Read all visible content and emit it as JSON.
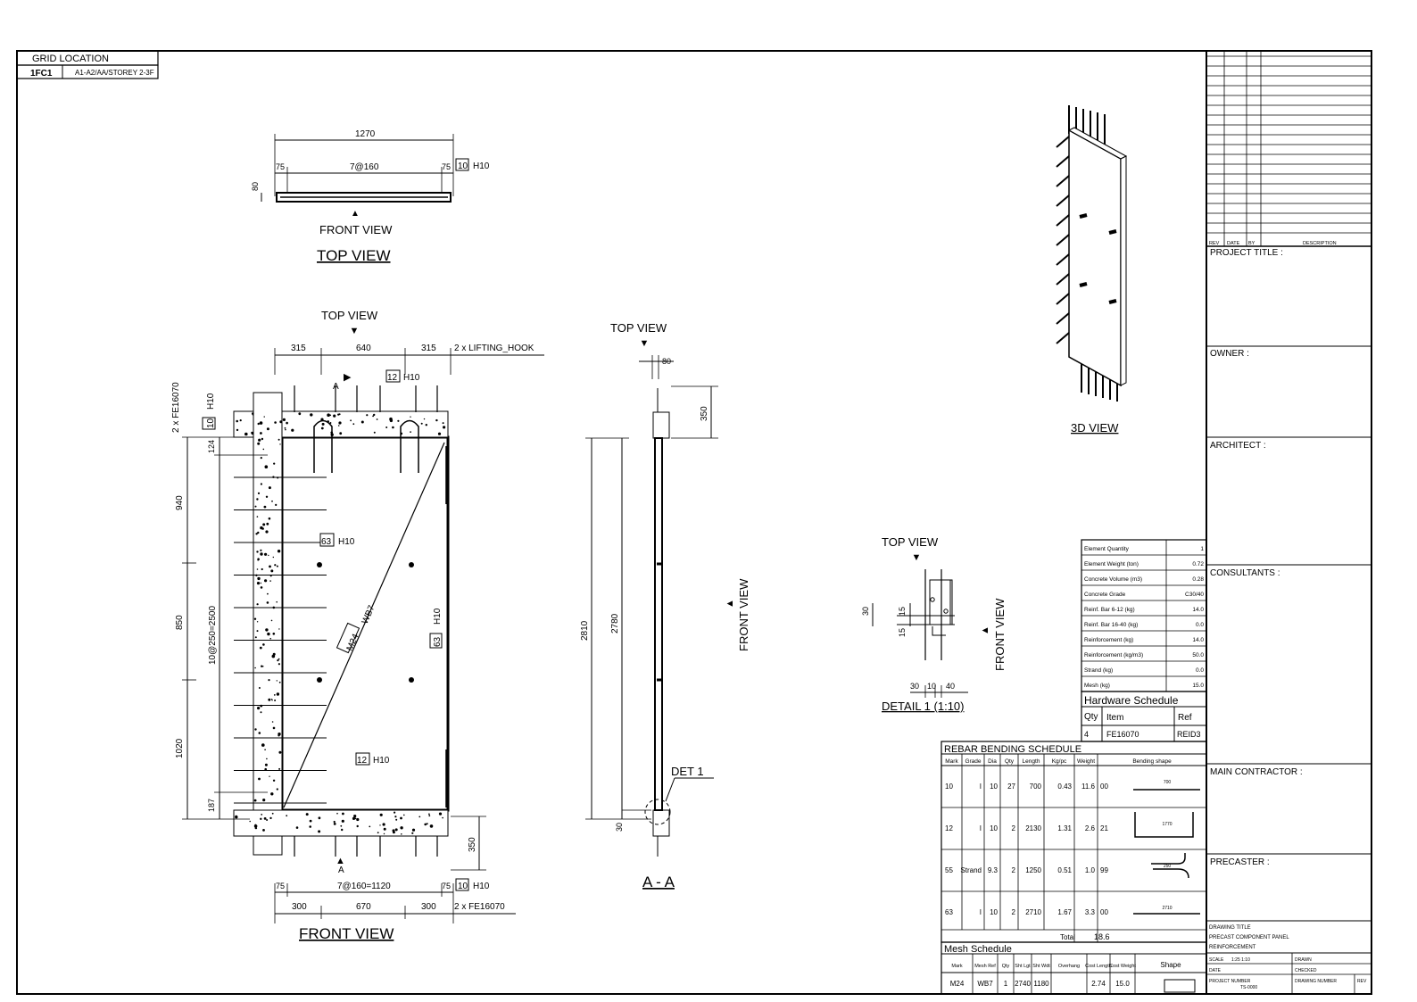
{
  "grid": {
    "header": "GRID LOCATION",
    "code": "1FC1",
    "location": "A1-A2/AA/STOREY 2-3F"
  },
  "top_view": {
    "title": "TOP VIEW",
    "marker": "FRONT VIEW",
    "dim_total": "1270",
    "dim_left": "75",
    "dim_mid": "7@160",
    "dim_right": "75",
    "bar_mark": "10",
    "bar_size": "H10",
    "thickness": "80"
  },
  "front_view": {
    "title": "FRONT VIEW",
    "marker": "TOP VIEW",
    "top_dim_1": "315",
    "top_dim_2": "640",
    "top_dim_3": "315",
    "top_note": "2 x LIFTING_HOOK",
    "bar_12_mark": "12",
    "bar_12_size": "H10",
    "bar_10_mark": "10",
    "bar_10_size": "H10",
    "bar_63_mark": "63",
    "bar_63_size": "H10",
    "bar_63r_mark": "63",
    "bar_63r_size": "H10",
    "mesh_mark": "M24",
    "mesh_ref": "WB7",
    "left_note": "2 x FE16070",
    "dim_124": "124",
    "dim_940": "940",
    "dim_850": "850",
    "dim_1020": "1020",
    "dim_187": "187",
    "dim_spacing": "10@250=2500",
    "dim_350": "350",
    "section_a": "A",
    "bot_dim_l": "75",
    "bot_dim_mid": "7@160=1120",
    "bot_dim_r": "75",
    "bot_b1": "300",
    "bot_b2": "670",
    "bot_b3": "300",
    "bot_note": "2 x FE16070"
  },
  "section": {
    "marker": "TOP VIEW",
    "title": "A - A",
    "dim_80": "80",
    "dim_350": "350",
    "dim_2810": "2810",
    "dim_2780": "2780",
    "dim_30": "30",
    "det": "DET 1",
    "side_label": "FRONT VIEW"
  },
  "detail": {
    "marker": "TOP VIEW",
    "title": "DETAIL 1 (1:10)",
    "side_label": "FRONT VIEW",
    "d30": "30",
    "d15a": "15",
    "d15b": "15",
    "b30": "30",
    "b10": "10",
    "b40": "40"
  },
  "iso": {
    "title": "3D VIEW"
  },
  "element_props": [
    {
      "k": "Element Quantity",
      "v": "1"
    },
    {
      "k": "Element Weight (ton)",
      "v": "0.72"
    },
    {
      "k": "Concrete Volume (m3)",
      "v": "0.28"
    },
    {
      "k": "Concrete Grade",
      "v": "C30/40"
    },
    {
      "k": "Reinf. Bar 6-12 (kg)",
      "v": "14.0"
    },
    {
      "k": "Reinf. Bar 16-40 (kg)",
      "v": "0.0"
    },
    {
      "k": "Reinforcement (kg)",
      "v": "14.0"
    },
    {
      "k": "Reinforcement (kg/m3)",
      "v": "50.0"
    },
    {
      "k": "Strand (kg)",
      "v": "0.0"
    },
    {
      "k": "Mesh (kg)",
      "v": "15.0"
    }
  ],
  "hardware": {
    "title": "Hardware Schedule",
    "h_qty": "Qty",
    "h_item": "Item",
    "h_ref": "Ref",
    "rows": [
      {
        "qty": "4",
        "item": "FE16070",
        "ref": "REID3"
      }
    ]
  },
  "rebar": {
    "title": "REBAR BENDING SCHEDULE",
    "headers": [
      "Mark",
      "Grade",
      "Dia",
      "Qty",
      "Length",
      "Kg/pc",
      "Weight",
      "Bending shape"
    ],
    "rows": [
      {
        "mark": "10",
        "grade": "I",
        "dia": "10",
        "qty": "27",
        "len": "700",
        "kg": "0.43",
        "wt": "11.6",
        "code": "00",
        "shape_label": "700"
      },
      {
        "mark": "12",
        "grade": "I",
        "dia": "10",
        "qty": "2",
        "len": "2130",
        "kg": "1.31",
        "wt": "2.6",
        "code": "21",
        "shape_label": "1770"
      },
      {
        "mark": "55",
        "grade": "Strand",
        "dia": "9.3",
        "qty": "2",
        "len": "1250",
        "kg": "0.51",
        "wt": "1.0",
        "code": "99",
        "shape_label": "250"
      },
      {
        "mark": "63",
        "grade": "I",
        "dia": "10",
        "qty": "2",
        "len": "2710",
        "kg": "1.67",
        "wt": "3.3",
        "code": "00",
        "shape_label": "2710"
      }
    ],
    "total_label": "Total",
    "total_value": "18.6"
  },
  "mesh": {
    "title": "Mesh Schedule",
    "headers": [
      "Mark",
      "Mesh Ref",
      "Qty",
      "Sht Lgt",
      "Sht Wdt",
      "Overhang",
      "Cost Length",
      "Cost Weight",
      "Shape"
    ],
    "row": {
      "mark": "M24",
      "ref": "WB7",
      "qty": "1",
      "lgt": "2740",
      "wdt": "1180",
      "over": "",
      "clen": "2.74",
      "cwt": "15.0"
    }
  },
  "title_block": {
    "rev_headers": [
      "REV",
      "DATE",
      "BY",
      "DESCRIPTION"
    ],
    "project": "PROJECT TITLE :",
    "owner": "OWNER :",
    "architect": "ARCHITECT :",
    "consultants": "CONSULTANTS :",
    "contractor": "MAIN CONTRACTOR :",
    "precaster": "PRECASTER :",
    "drawing_title_label": "DRAWING TITLE",
    "drawing_title_1": "PRECAST COMPONENT PANEL",
    "drawing_title_2": "REINFORCEMENT",
    "scale": "SCALE",
    "scale_v": "1:25 1:10",
    "drawn": "DRAWN",
    "date": "DATE",
    "checked": "CHECKED",
    "project_no": "PROJECT NUMBER",
    "project_no_v": "TS-0000",
    "drawing_no": "DRAWING NUMBER",
    "rev": "REV"
  }
}
